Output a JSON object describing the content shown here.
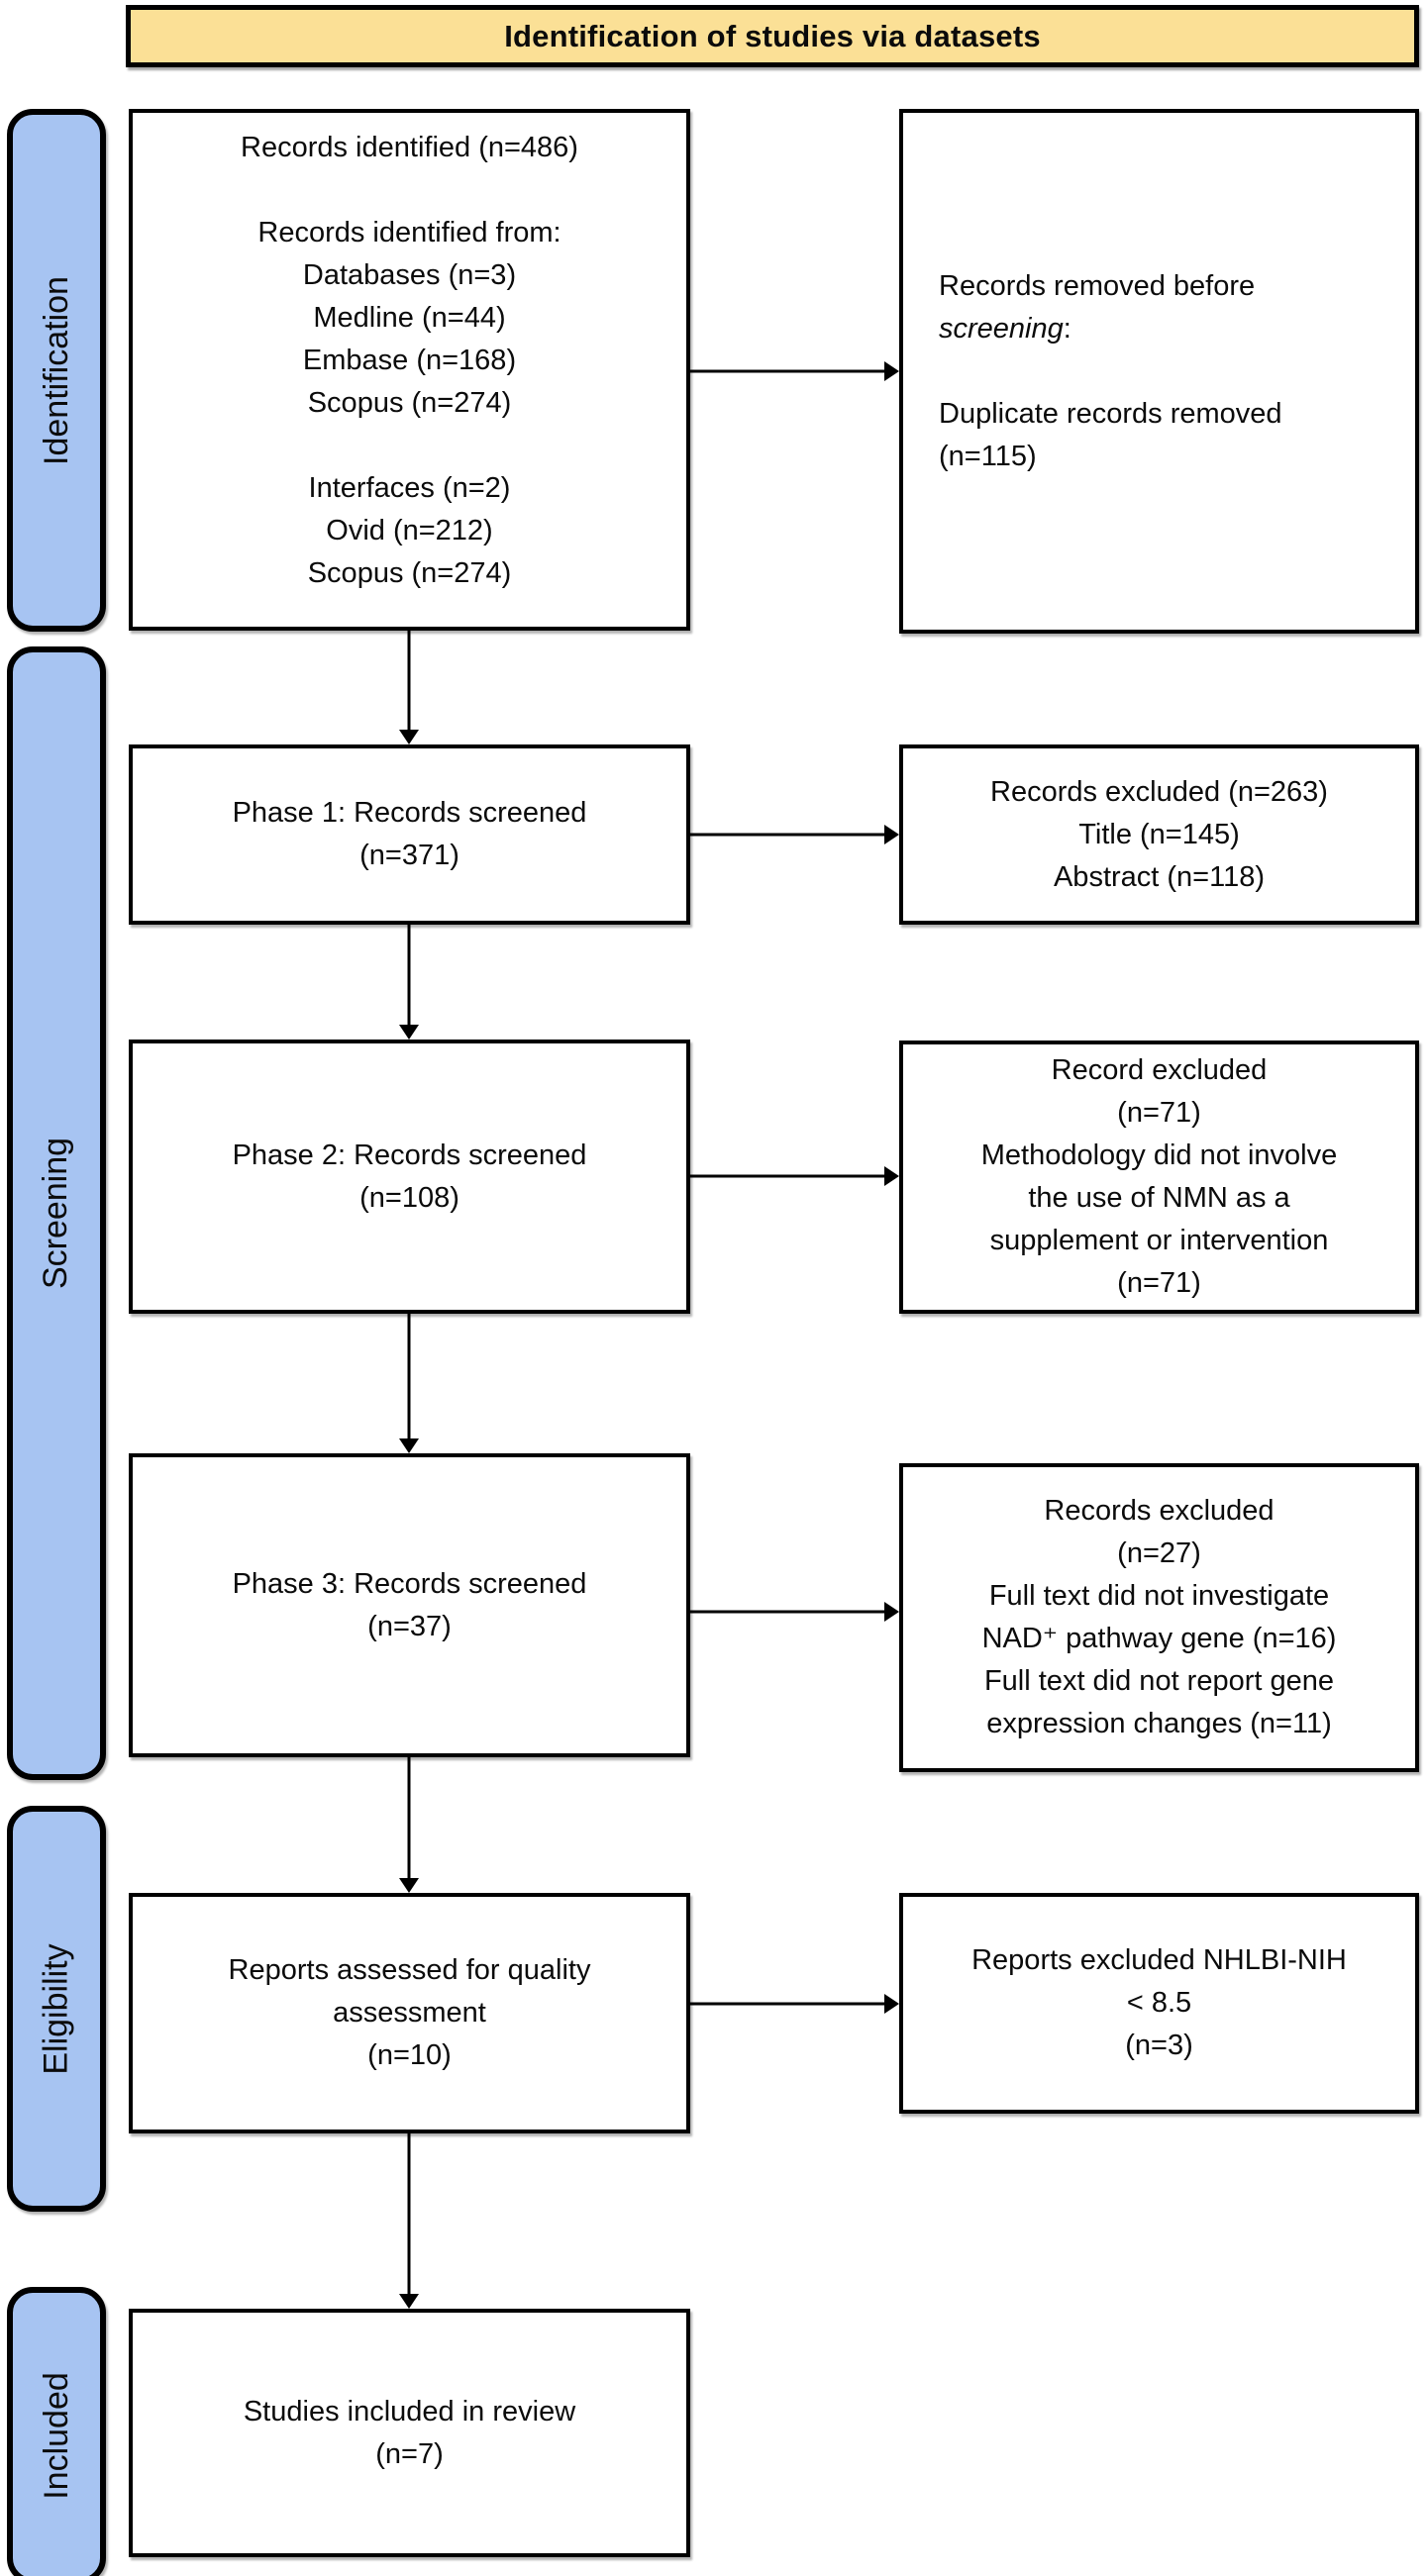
{
  "title": "Identification of studies via datasets",
  "colors": {
    "banner_bg": "#FBE096",
    "sidebar_bg": "#A7C4F2",
    "border": "#000000",
    "box_bg": "#FFFFFF"
  },
  "sidebar": {
    "identification": "Identification",
    "screening": "Screening",
    "eligibility": "Eligibility",
    "included": "Included"
  },
  "boxes": {
    "records_identified": {
      "lines": [
        "Records identified (n=486)",
        "",
        "Records identified from:",
        "Databases (n=3)",
        "Medline (n=44)",
        "Embase (n=168)",
        "Scopus (n=274)",
        "",
        "Interfaces (n=2)",
        "Ovid (n=212)",
        "Scopus (n=274)"
      ]
    },
    "records_removed": {
      "line1": "Records removed before",
      "italic_word": "screening",
      "suffix": ":",
      "lines": [
        "Duplicate records removed",
        "(n=115)"
      ]
    },
    "phase1": {
      "lines": [
        "Phase 1: Records screened",
        "(n=371)"
      ]
    },
    "phase1_excluded": {
      "lines": [
        "Records excluded (n=263)",
        "Title (n=145)",
        "Abstract (n=118)"
      ]
    },
    "phase2": {
      "lines": [
        "Phase 2: Records screened",
        "(n=108)"
      ]
    },
    "phase2_excluded": {
      "lines": [
        "Record excluded",
        "(n=71)",
        "Methodology did not involve",
        "the use of NMN as a",
        "supplement or intervention",
        "(n=71)"
      ]
    },
    "phase3": {
      "lines": [
        "Phase 3: Records screened",
        "(n=37)"
      ]
    },
    "phase3_excluded": {
      "lines": [
        "Records excluded",
        "(n=27)",
        "Full text did not investigate",
        "NAD⁺ pathway gene (n=16)",
        "Full text did not report gene",
        "expression changes (n=11)"
      ]
    },
    "quality": {
      "lines": [
        "Reports assessed for quality",
        "assessment",
        "(n=10)"
      ]
    },
    "quality_excluded": {
      "lines": [
        "Reports excluded NHLBI-NIH",
        "< 8.5",
        "(n=3)"
      ]
    },
    "included_studies": {
      "lines": [
        "Studies included in review",
        "(n=7)"
      ]
    }
  }
}
